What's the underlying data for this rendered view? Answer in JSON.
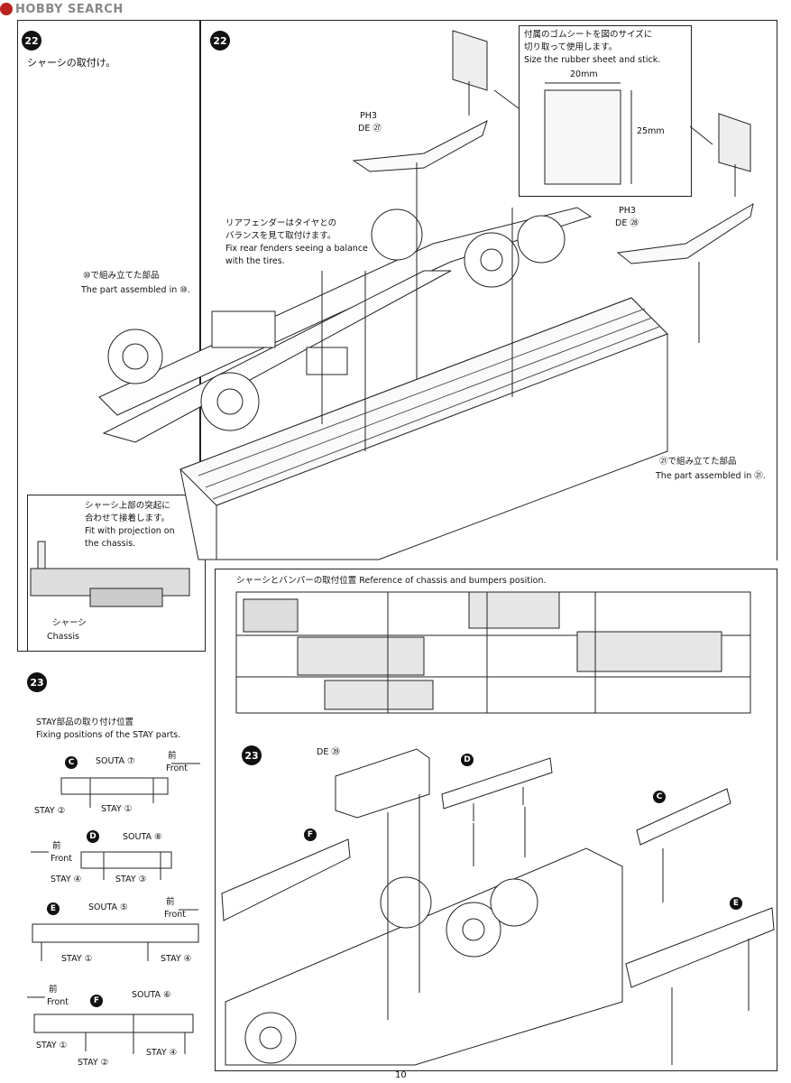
{
  "watermark": "HOBBY SEARCH",
  "page_number": "10",
  "step22": {
    "number": "22",
    "left_caption": "シャーシの取付け。",
    "rubber_note_ja_1": "付属のゴムシートを図のサイズに",
    "rubber_note_ja_2": "切り取って使用します。",
    "rubber_note_en": "Size the rubber sheet and stick.",
    "dim_width": "20mm",
    "dim_height": "25mm",
    "part_left_ph": "PH3",
    "part_left_de": "DE ㉗",
    "part_right_ph": "PH3",
    "part_right_de": "DE ㉘",
    "fender_ja_1": "リアフェンダーはタイヤとの",
    "fender_ja_2": "バランスを見て取付けます。",
    "fender_en_1": "Fix rear fenders seeing a balance",
    "fender_en_2": "with the tires.",
    "assembled10_ja": "⑩で組み立てた部品",
    "assembled10_en": "The part assembled in ⑩.",
    "assembled21_ja": "㉑で組み立てた部品",
    "assembled21_en": "The part assembled in ㉑.",
    "inset_ja_1": "シャーシ上部の突起に",
    "inset_ja_2": "合わせて接着します。",
    "inset_en_1": "Fit with projection on",
    "inset_en_2": "the chassis.",
    "chassis_ja": "シャーシ",
    "chassis_en": "Chassis",
    "reference_caption": "シャーシとバンパーの取付位置 Reference of chassis and bumpers position.",
    "de39": "DE ㊴"
  },
  "step23": {
    "number": "23",
    "stay_title_ja": "STAY部品の取り付け位置",
    "stay_title_en": "Fixing positions of the STAY parts.",
    "front_ja": "前",
    "front_en": "Front",
    "C": {
      "letter": "C",
      "souta": "SOUTA ⑦",
      "stay_a": "STAY ②",
      "stay_b": "STAY ①"
    },
    "D": {
      "letter": "D",
      "souta": "SOUTA ⑧",
      "stay_a": "STAY ④",
      "stay_b": "STAY ③"
    },
    "E": {
      "letter": "E",
      "souta": "SOUTA ⑤",
      "stay_a": "STAY ①",
      "stay_b": "STAY ④"
    },
    "F": {
      "letter": "F",
      "souta": "SOUTA ⑥",
      "stay_a": "STAY ①",
      "stay_b": "STAY ②",
      "stay_c": "STAY ④"
    },
    "letters": {
      "c": "C",
      "d": "D",
      "e": "E",
      "f": "F"
    }
  }
}
